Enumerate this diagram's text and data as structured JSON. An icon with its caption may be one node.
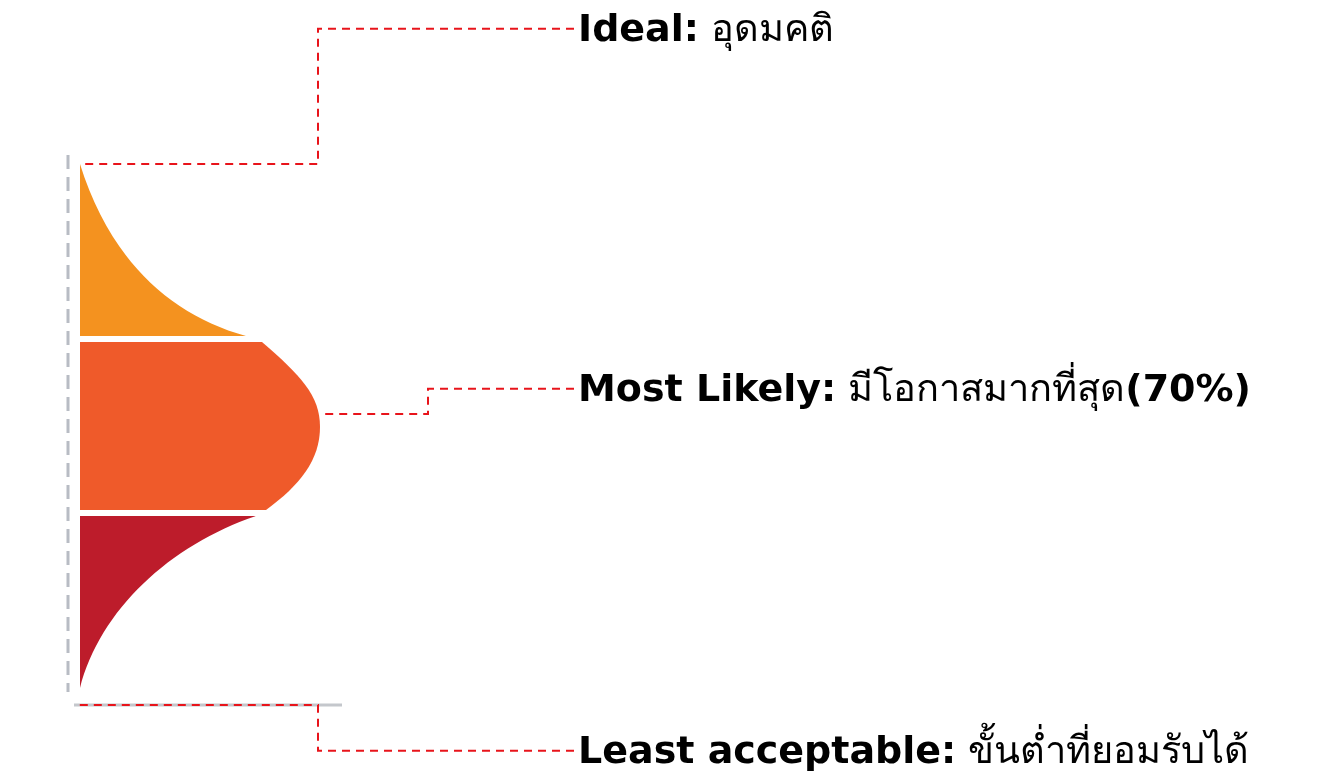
{
  "diagram": {
    "nodes": [
      {
        "text": [
          "**Ideal:** อุดมคติ"
        ]
      },
      {
        "text": [
          "**Most Likely:** มีโอกาสมากที่สุด**(70%)**"
        ]
      },
      {
        "text": [
          "**Least acceptable:** ขั้นต่ำที่ยอมรับได้"
        ]
      },
      {
        "text": [],
        "shape": "box"
      },
      {
        "text": [],
        "shape": "box"
      },
      {
        "text": [],
        "shape": "box"
      }
    ],
    "edges": [
      {
        "from": 0,
        "to": 3,
        "arrow": "none",
        "style": "dashed"
      },
      {
        "from": 1,
        "to": 4,
        "arrow": "none",
        "style": "dashed"
      },
      {
        "from": 2,
        "to": null,
        "arrow": "none",
        "style": "dashed"
      }
    ]
  }
}
